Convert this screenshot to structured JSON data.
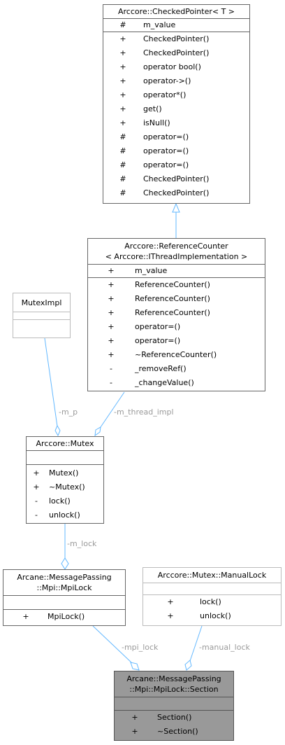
{
  "classes": {
    "checked_pointer": {
      "title": [
        "Arccore::CheckedPointer< T >"
      ],
      "attrs": [
        {
          "vis": "#",
          "name": "m_value"
        }
      ],
      "methods": [
        {
          "vis": "+",
          "name": "CheckedPointer()"
        },
        {
          "vis": "+",
          "name": "CheckedPointer()"
        },
        {
          "vis": "+",
          "name": "operator bool()"
        },
        {
          "vis": "+",
          "name": "operator->()"
        },
        {
          "vis": "+",
          "name": "operator*()"
        },
        {
          "vis": "+",
          "name": "get()"
        },
        {
          "vis": "+",
          "name": "isNull()"
        },
        {
          "vis": "#",
          "name": "operator=()"
        },
        {
          "vis": "#",
          "name": "operator=()"
        },
        {
          "vis": "#",
          "name": "operator=()"
        },
        {
          "vis": "#",
          "name": "CheckedPointer()"
        },
        {
          "vis": "#",
          "name": "CheckedPointer()"
        }
      ]
    },
    "reference_counter": {
      "title": [
        "Arccore::ReferenceCounter",
        "< Arccore::IThreadImplementation >"
      ],
      "attrs": [
        {
          "vis": "+",
          "name": "m_value"
        }
      ],
      "methods": [
        {
          "vis": "+",
          "name": "ReferenceCounter()"
        },
        {
          "vis": "+",
          "name": "ReferenceCounter()"
        },
        {
          "vis": "+",
          "name": "ReferenceCounter()"
        },
        {
          "vis": "+",
          "name": "operator=()"
        },
        {
          "vis": "+",
          "name": "operator=()"
        },
        {
          "vis": "+",
          "name": "~ReferenceCounter()"
        },
        {
          "vis": "-",
          "name": "_removeRef()"
        },
        {
          "vis": "-",
          "name": "_changeValue()"
        }
      ]
    },
    "mutex_impl": {
      "title": [
        "MutexImpl"
      ],
      "attrs": [],
      "methods": []
    },
    "mutex": {
      "title": [
        "Arccore::Mutex"
      ],
      "attrs": [],
      "methods": [
        {
          "vis": "+",
          "name": "Mutex()"
        },
        {
          "vis": "+",
          "name": "~Mutex()"
        },
        {
          "vis": "-",
          "name": "lock()"
        },
        {
          "vis": "-",
          "name": "unlock()"
        }
      ]
    },
    "mpi_lock": {
      "title": [
        "Arcane::MessagePassing",
        "::Mpi::MpiLock"
      ],
      "attrs": [],
      "methods": [
        {
          "vis": "+",
          "name": "MpiLock()"
        }
      ]
    },
    "manual_lock": {
      "title": [
        "Arccore::Mutex::ManualLock"
      ],
      "attrs": [],
      "methods": [
        {
          "vis": "+",
          "name": "lock()"
        },
        {
          "vis": "+",
          "name": "unlock()"
        }
      ]
    },
    "section": {
      "title": [
        "Arcane::MessagePassing",
        "::Mpi::MpiLock::Section"
      ],
      "attrs": [],
      "methods": [
        {
          "vis": "+",
          "name": "Section()"
        },
        {
          "vis": "+",
          "name": "~Section()"
        }
      ]
    }
  },
  "edges": {
    "m_p": "-m_p",
    "m_thread_impl": "-m_thread_impl",
    "m_lock": "-m_lock",
    "mpi_lock": "-mpi_lock",
    "manual_lock": "-manual_lock"
  },
  "colors": {
    "edge": "#63b8ff",
    "edge_label": "#9a9a9a",
    "highlight_fill": "#999999"
  }
}
